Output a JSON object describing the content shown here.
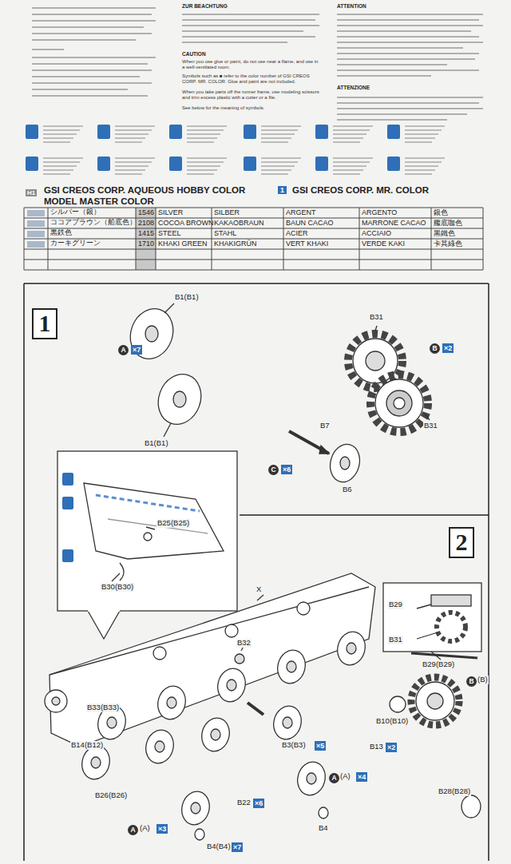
{
  "diagram": {
    "nodes": [
      {
        "text": [
          "1"
        ]
      },
      {
        "text": [
          "2"
        ]
      }
    ],
    "labels": [
      "ZUR BEACHTUNG",
      "ATTENTION",
      "CAUTION",
      "When you use glue or paint, do not use near a flame, and use in a well-ventilated room.",
      "Symbols such as ■ refer to the color number of GSI CREOS CORP. MR. COLOR. Glue and paint are not included.",
      "When you take parts off the runner frame, use modeling scissors and trim excess plastic with a cutter or a file.",
      "See below for the meaning of symbols.",
      "ATTENZIONE",
      "H1",
      "GSI CREOS CORP. AQUEOUS HOBBY COLOR",
      "MODEL MASTER COLOR",
      "1",
      "GSI CREOS CORP. MR. COLOR",
      "シルバー（銀）",
      "1546",
      "SILVER",
      "SILBER",
      "ARGENT",
      "ARGENTO",
      "銀色",
      "ココアブラウン（船底色）",
      "2108",
      "COCOA BROWN",
      "KAKAOBRAUN",
      "BAUN CACAO",
      "MARRONE CACAO",
      "艦底咖色",
      "黒鉄色",
      "1415",
      "STEEL",
      "STAHL",
      "ACIER",
      "ACCIAIO",
      "黑鐵色",
      "カーキグリーン",
      "1710",
      "KHAKI GREEN",
      "KHAKIGRÜN",
      "VERT KHAKI",
      "VERDE KAKI",
      "卡其綠色",
      "B1(B1)",
      "A",
      "×7",
      "B1(B1)",
      "B31",
      "B",
      "×2",
      "B31",
      "B7",
      "C",
      "×6",
      "B6",
      "B25(B25)",
      "B30(B30)",
      "X",
      "B32",
      "B29",
      "B31",
      "B29(B29)",
      "B",
      "(B)",
      "B10(B10)",
      "B33(B33)",
      "B3(B3)",
      "×5",
      "B13",
      "×2",
      "B14(B12)",
      "A",
      "(A)",
      "×4",
      "B28(B28)",
      "B26(B26)",
      "B22",
      "×6",
      "B4",
      "A",
      "(A)",
      "×3",
      "B4(B4)",
      "×7"
    ]
  }
}
